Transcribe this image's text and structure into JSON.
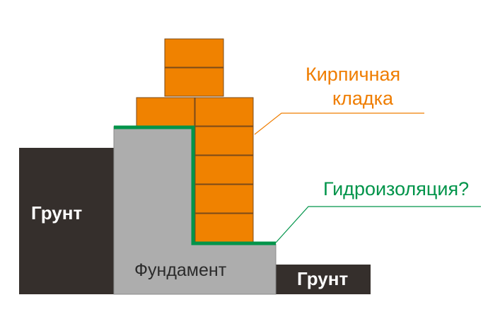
{
  "labels": {
    "soil_left": "Грунт",
    "soil_right": "Грунт",
    "foundation": "Фундамент",
    "masonry_line1": "Кирпичная",
    "masonry_line2": "кладка",
    "waterproofing": "Гидроизоляция?"
  },
  "colors": {
    "soil": "#352f2c",
    "foundation": "#adadad",
    "brick": "#f08200",
    "brick_mortar": "#7a4a1a",
    "waterproofing": "#00944a",
    "masonry_text": "#ef7d00"
  }
}
